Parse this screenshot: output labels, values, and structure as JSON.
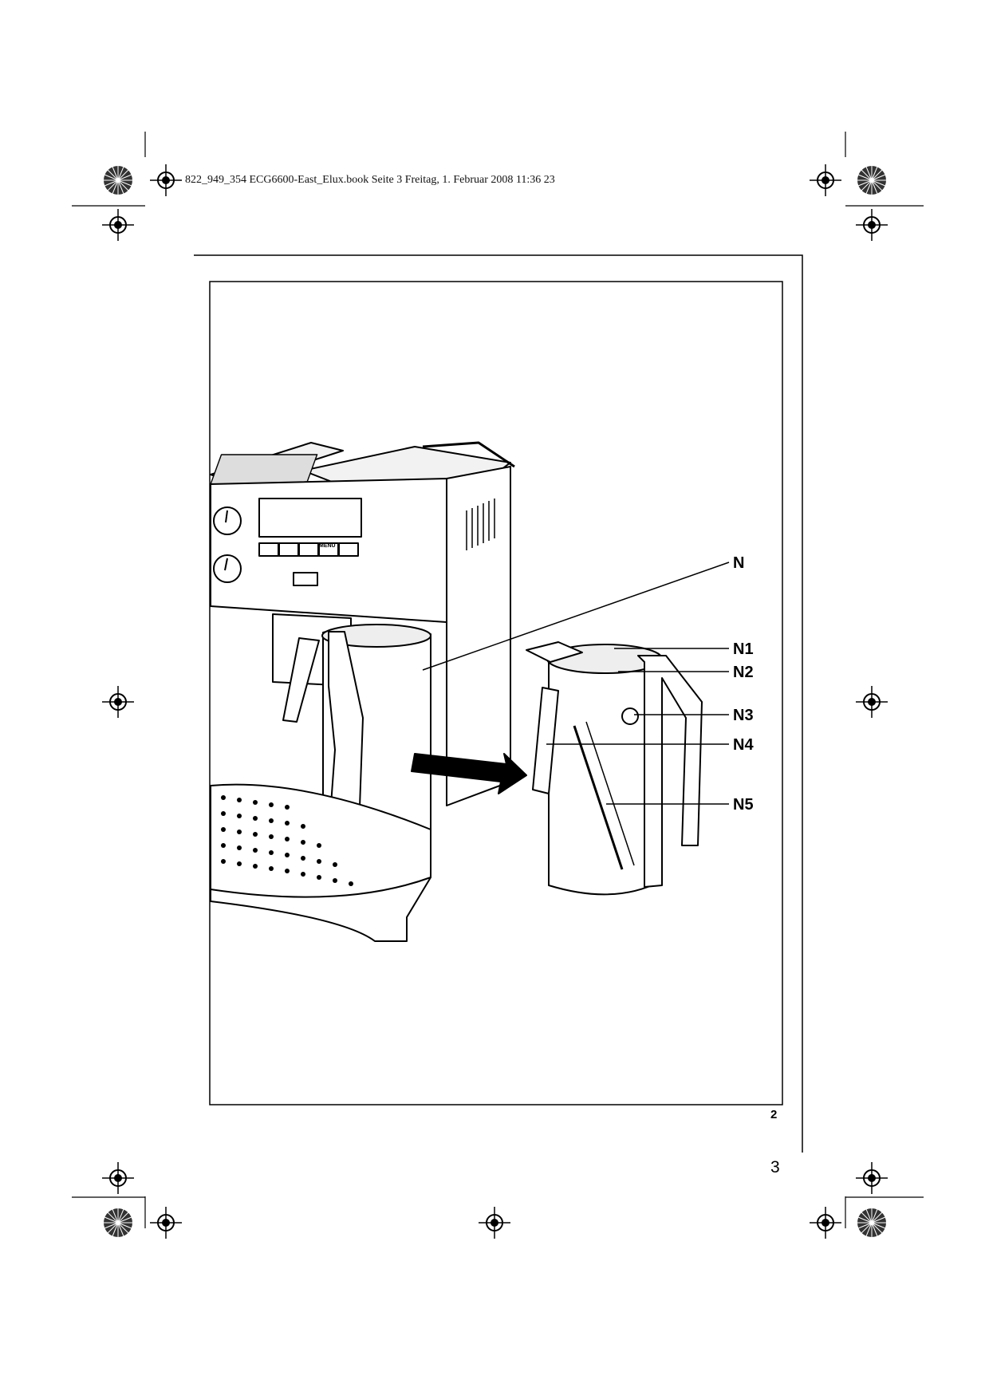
{
  "header": {
    "print_info": "822_949_354 ECG6600-East_Elux.book  Seite 3  Freitag, 1. Februar 2008  11:36 23"
  },
  "figure": {
    "number": "2",
    "panel_labels": {
      "menu": "MENU"
    },
    "callouts": [
      "N",
      "N1",
      "N2",
      "N3",
      "N4",
      "N5"
    ]
  },
  "page": {
    "number": "3"
  }
}
